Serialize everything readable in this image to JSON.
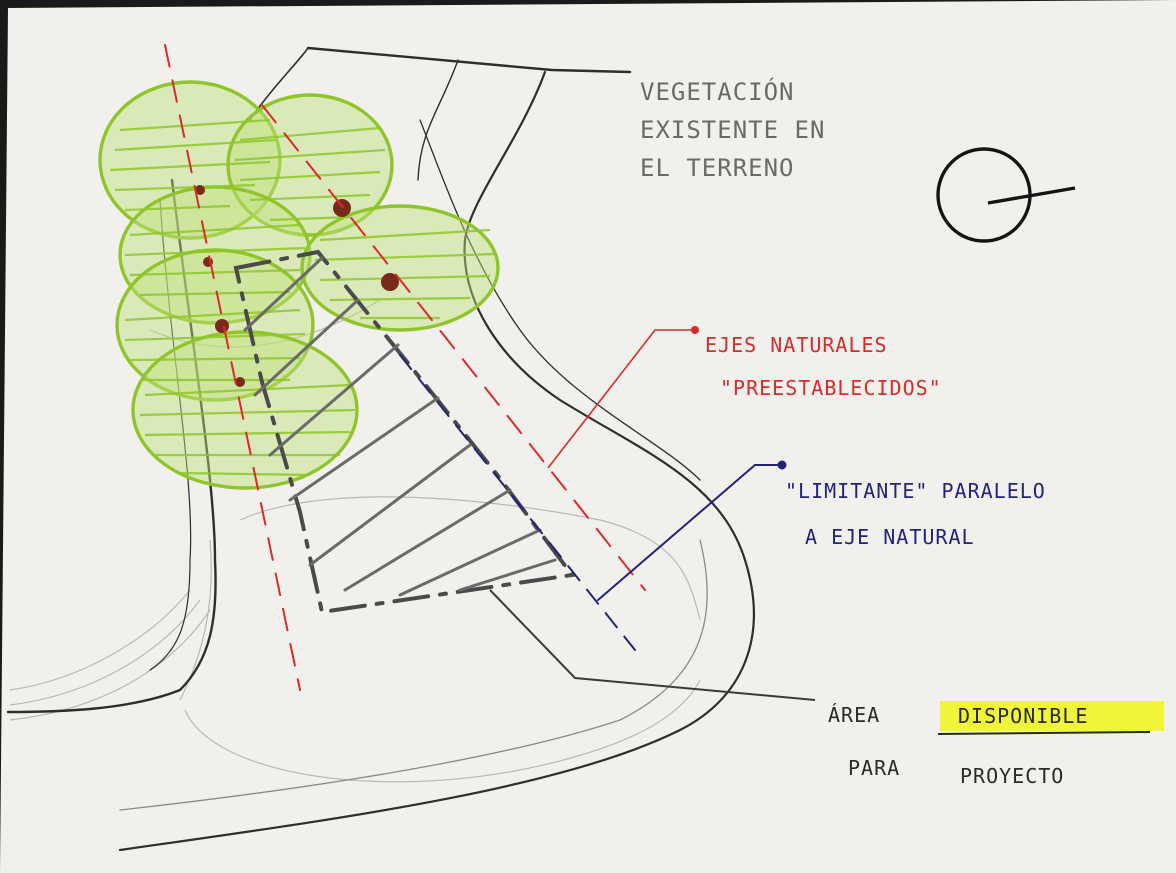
{
  "sketch": {
    "labels": {
      "vegetation": [
        "VEGETACIÓN",
        "EXISTENTE EN",
        "EL TERRENO"
      ],
      "axes": [
        "EJES NATURALES",
        "\"PREESTABLECIDOS\""
      ],
      "limit": [
        "\"LIMITANTE\" PARALELO",
        "A EJE NATURAL"
      ],
      "area_prefix": "ÁREA",
      "area_highlight": "DISPONIBLE",
      "area_second_line": [
        "PARA",
        "PROYECTO"
      ]
    },
    "colors": {
      "paper": "#f1f0ec",
      "pencil": "#3a3a3a",
      "ink_red": "#d92b2b",
      "ink_blue": "#23237a",
      "vegetation_green": "#8fc52a",
      "tree_trunk": "#7a2a1c",
      "highlighter": "#f0f53a"
    },
    "icons": [
      "orientation-symbol-icon"
    ]
  }
}
